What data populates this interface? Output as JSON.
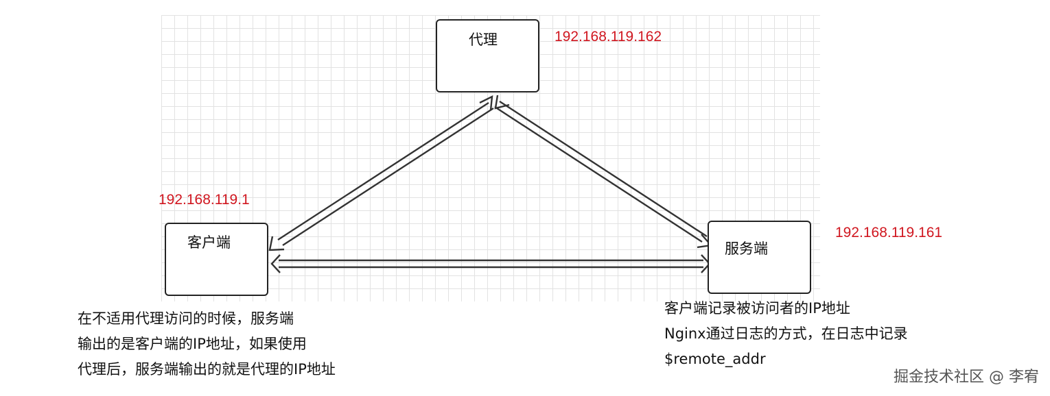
{
  "nodes": {
    "proxy": {
      "label": "代理",
      "ip": "192.168.119.162"
    },
    "client": {
      "label": "客户端",
      "ip": "192.168.119.1"
    },
    "server": {
      "label": "服务端",
      "ip": "192.168.119.161"
    }
  },
  "notes": {
    "client": [
      "在不适用代理访问的时候，服务端",
      "输出的是客户端的IP地址，如果使用",
      "代理后，服务端输出的就是代理的IP地址"
    ],
    "server": [
      "客户端记录被访问者的IP地址",
      "Nginx通过日志的方式，在日志中记录",
      "$remote_addr"
    ]
  },
  "colors": {
    "ip": "#d0161f",
    "border": "#222222",
    "grid": "#e2e2e2"
  },
  "watermark": "掘金技术社区 @ 李宥"
}
